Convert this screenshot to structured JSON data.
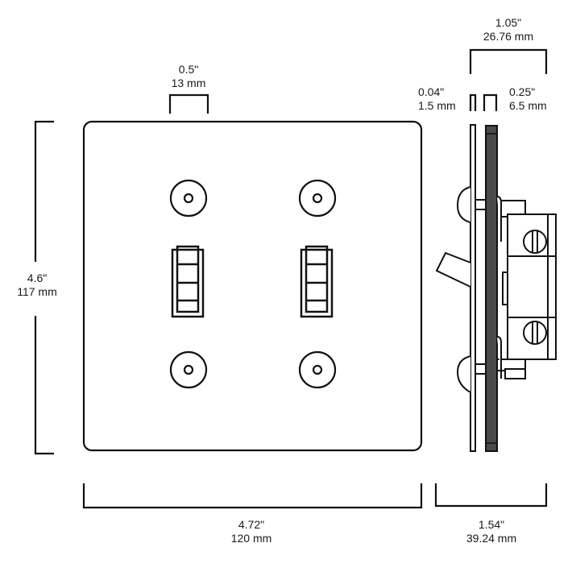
{
  "colors": {
    "line": "#111111",
    "cover_plate": "#4a4a4a",
    "background": "#ffffff"
  },
  "dimensions": {
    "toggle_width": {
      "inches": "0.5\"",
      "mm": "13 mm"
    },
    "height": {
      "inches": "4.6\"",
      "mm": "117 mm"
    },
    "width": {
      "inches": "4.72\"",
      "mm": "120 mm"
    },
    "side_top_depth": {
      "inches": "1.05\"",
      "mm": "26.76 mm"
    },
    "plate_thickness": {
      "inches": "0.04\"",
      "mm": "1.5 mm"
    },
    "cover_thickness": {
      "inches": "0.25\"",
      "mm": "6.5 mm"
    },
    "total_depth": {
      "inches": "1.54\"",
      "mm": "39.24 mm"
    }
  },
  "front_view": {
    "toggle_count": 2,
    "screw_count": 4
  }
}
